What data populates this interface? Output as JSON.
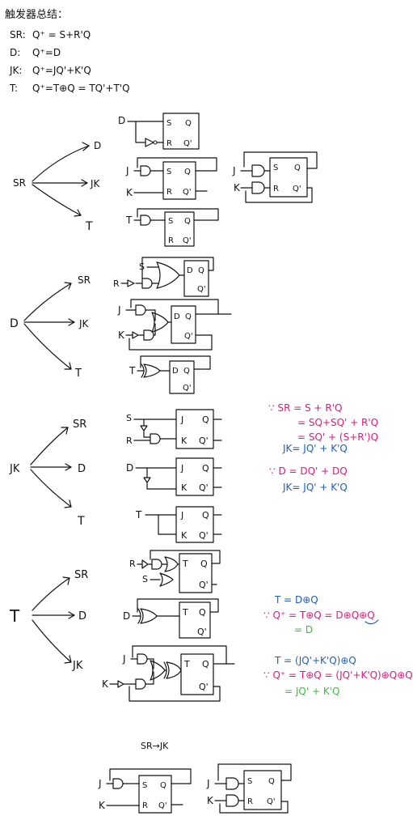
{
  "title": "触发器总结：",
  "equations": [
    {
      "label": "SR:",
      "expr": "Q⁺ = S+R'Q"
    },
    {
      "label": "D:",
      "expr": "Q⁺=D"
    },
    {
      "label": "JK:",
      "expr": "Q⁺=JQ'+K'Q"
    },
    {
      "label": "T:",
      "expr": "Q⁺=T⊕Q = TQ'+T'Q"
    }
  ],
  "sections": [
    {
      "source": "SR",
      "targets": [
        "D",
        "JK",
        "T"
      ]
    },
    {
      "source": "D",
      "targets": [
        "SR",
        "JK",
        "T"
      ]
    },
    {
      "source": "JK",
      "targets": [
        "SR",
        "D",
        "T"
      ]
    },
    {
      "source": "T",
      "targets": [
        "SR",
        "D",
        "JK"
      ]
    }
  ],
  "sr_inputs": {
    "d": "D",
    "j": "J",
    "k": "K",
    "t": "T",
    "s": "S",
    "r": "R"
  },
  "ff_pins": {
    "s": "S",
    "r": "R",
    "d": "D",
    "j": "J",
    "k": "K",
    "t": "T",
    "q": "Q",
    "qn": "Q'"
  },
  "jk_notes": {
    "line1": "∵ SR = S + R'Q",
    "line2": "= SQ+SQ' + R'Q",
    "line3": "= SQ' + (S+R')Q",
    "line4": "JK= JQ' + K'Q",
    "line5": "∵ D = DQ' + DQ",
    "line6": "JK= JQ' + K'Q"
  },
  "t_notes": {
    "line1": "T = D⊕Q",
    "line2": "∵ Q⁺ = T⊕Q = D⊕Q⊕Q",
    "line3": "= D",
    "line4": "T = (JQ'+K'Q)⊕Q",
    "line5": "∵ Q⁺ = T⊕Q = (JQ'+K'Q)⊕Q⊕Q",
    "line6": "= JQ' + K'Q"
  },
  "bottom_label": "SR→JK",
  "colors": {
    "ink": "#111111",
    "pink": "#e0177d",
    "blue": "#1f5fb4",
    "green": "#35c23c"
  }
}
